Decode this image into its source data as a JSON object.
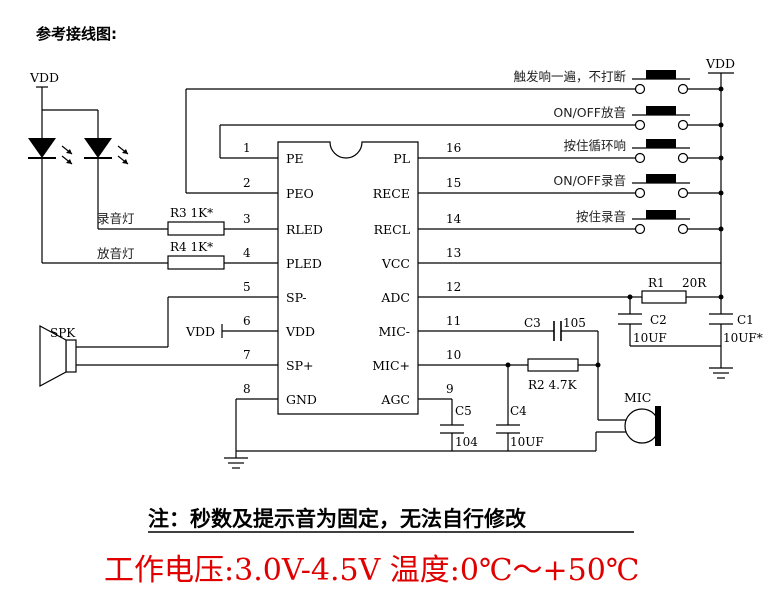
{
  "header": {
    "title": "参考接线图:"
  },
  "power": {
    "vdd_left": "VDD",
    "vdd_right": "VDD",
    "vdd_pin6": "VDD"
  },
  "leds": {
    "rec_label": "录音灯",
    "play_label": "放音灯"
  },
  "resistors": {
    "r3": "R3  1K*",
    "r4": "R4  1K*",
    "r1_name": "R1",
    "r1_value": "20R",
    "r2": "R2  4.7K"
  },
  "chip": {
    "left_pins": [
      {
        "num": "1",
        "name": "PE"
      },
      {
        "num": "2",
        "name": "PEO"
      },
      {
        "num": "3",
        "name": "RLED"
      },
      {
        "num": "4",
        "name": "PLED"
      },
      {
        "num": "5",
        "name": "SP-"
      },
      {
        "num": "6",
        "name": "VDD"
      },
      {
        "num": "7",
        "name": "SP+"
      },
      {
        "num": "8",
        "name": "GND"
      }
    ],
    "right_pins": [
      {
        "num": "16",
        "name": "PL"
      },
      {
        "num": "15",
        "name": "RECE"
      },
      {
        "num": "14",
        "name": "RECL"
      },
      {
        "num": "13",
        "name": "VCC"
      },
      {
        "num": "12",
        "name": "ADC"
      },
      {
        "num": "11",
        "name": "MIC-"
      },
      {
        "num": "10",
        "name": "MIC+"
      },
      {
        "num": "9",
        "name": "AGC"
      }
    ]
  },
  "switches": [
    "触发响一遍，不打断",
    "ON/OFF放音",
    "按住循环响",
    "ON/OFF录音",
    "按住录音"
  ],
  "capacitors": {
    "c1_name": "C1",
    "c1_value": "10UF*",
    "c2_name": "C2",
    "c2_value": "10UF",
    "c3_name": "C3",
    "c3_value": "105",
    "c4_name": "C4",
    "c4_value": "10UF",
    "c5_name": "C5",
    "c5_value": "104"
  },
  "speaker": {
    "label": "SPK"
  },
  "mic": {
    "label": "MIC"
  },
  "footer": {
    "note": "注：秒数及提示音为固定，无法自行修改",
    "spec": "工作电压:3.0V-4.5V  温度:0℃～+50℃"
  }
}
